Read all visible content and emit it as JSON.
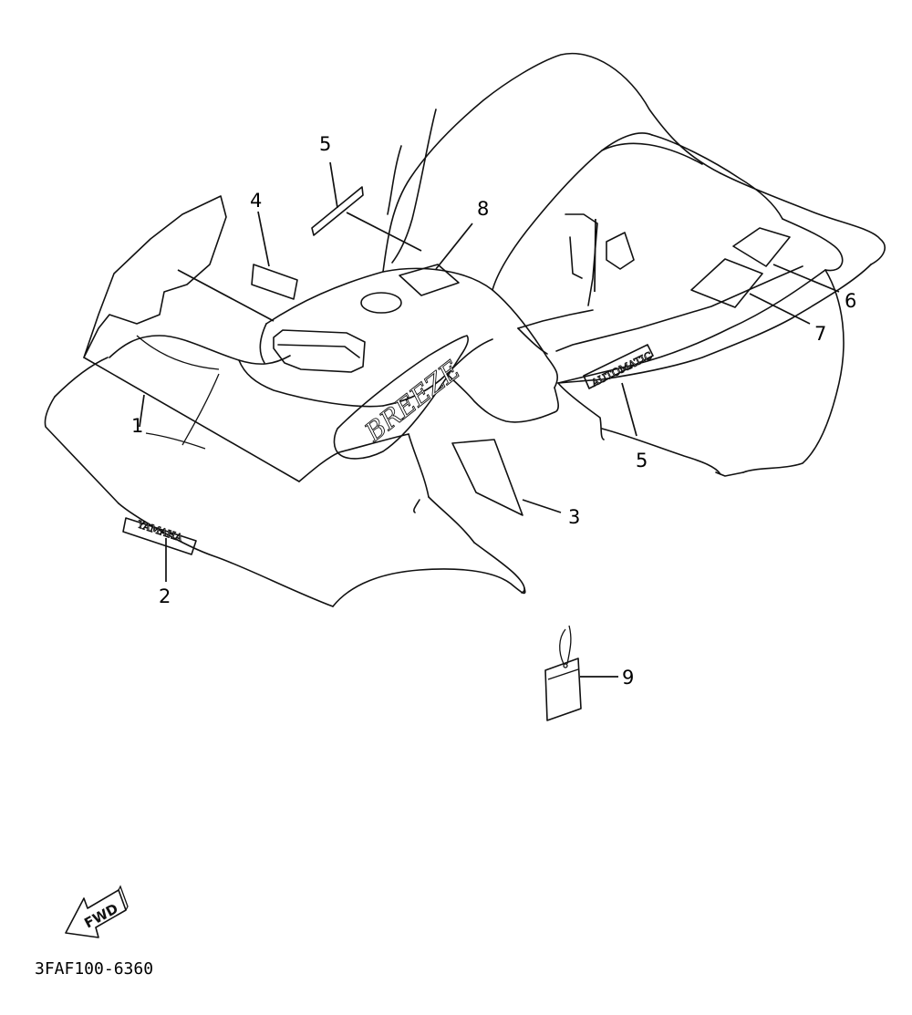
{
  "callouts": {
    "c1": "1",
    "c2": "2",
    "c3": "3",
    "c4": "4",
    "c5_top": "5",
    "c5_bottom": "5",
    "c6": "6",
    "c7": "7",
    "c8": "8",
    "c9": "9"
  },
  "decals": {
    "yamaha": "YAMAHA",
    "breeze": "BREEZE",
    "automatic": "AUTOMATIC"
  },
  "direction_marker": "FWD",
  "figure_code": "3FAF100-6360"
}
